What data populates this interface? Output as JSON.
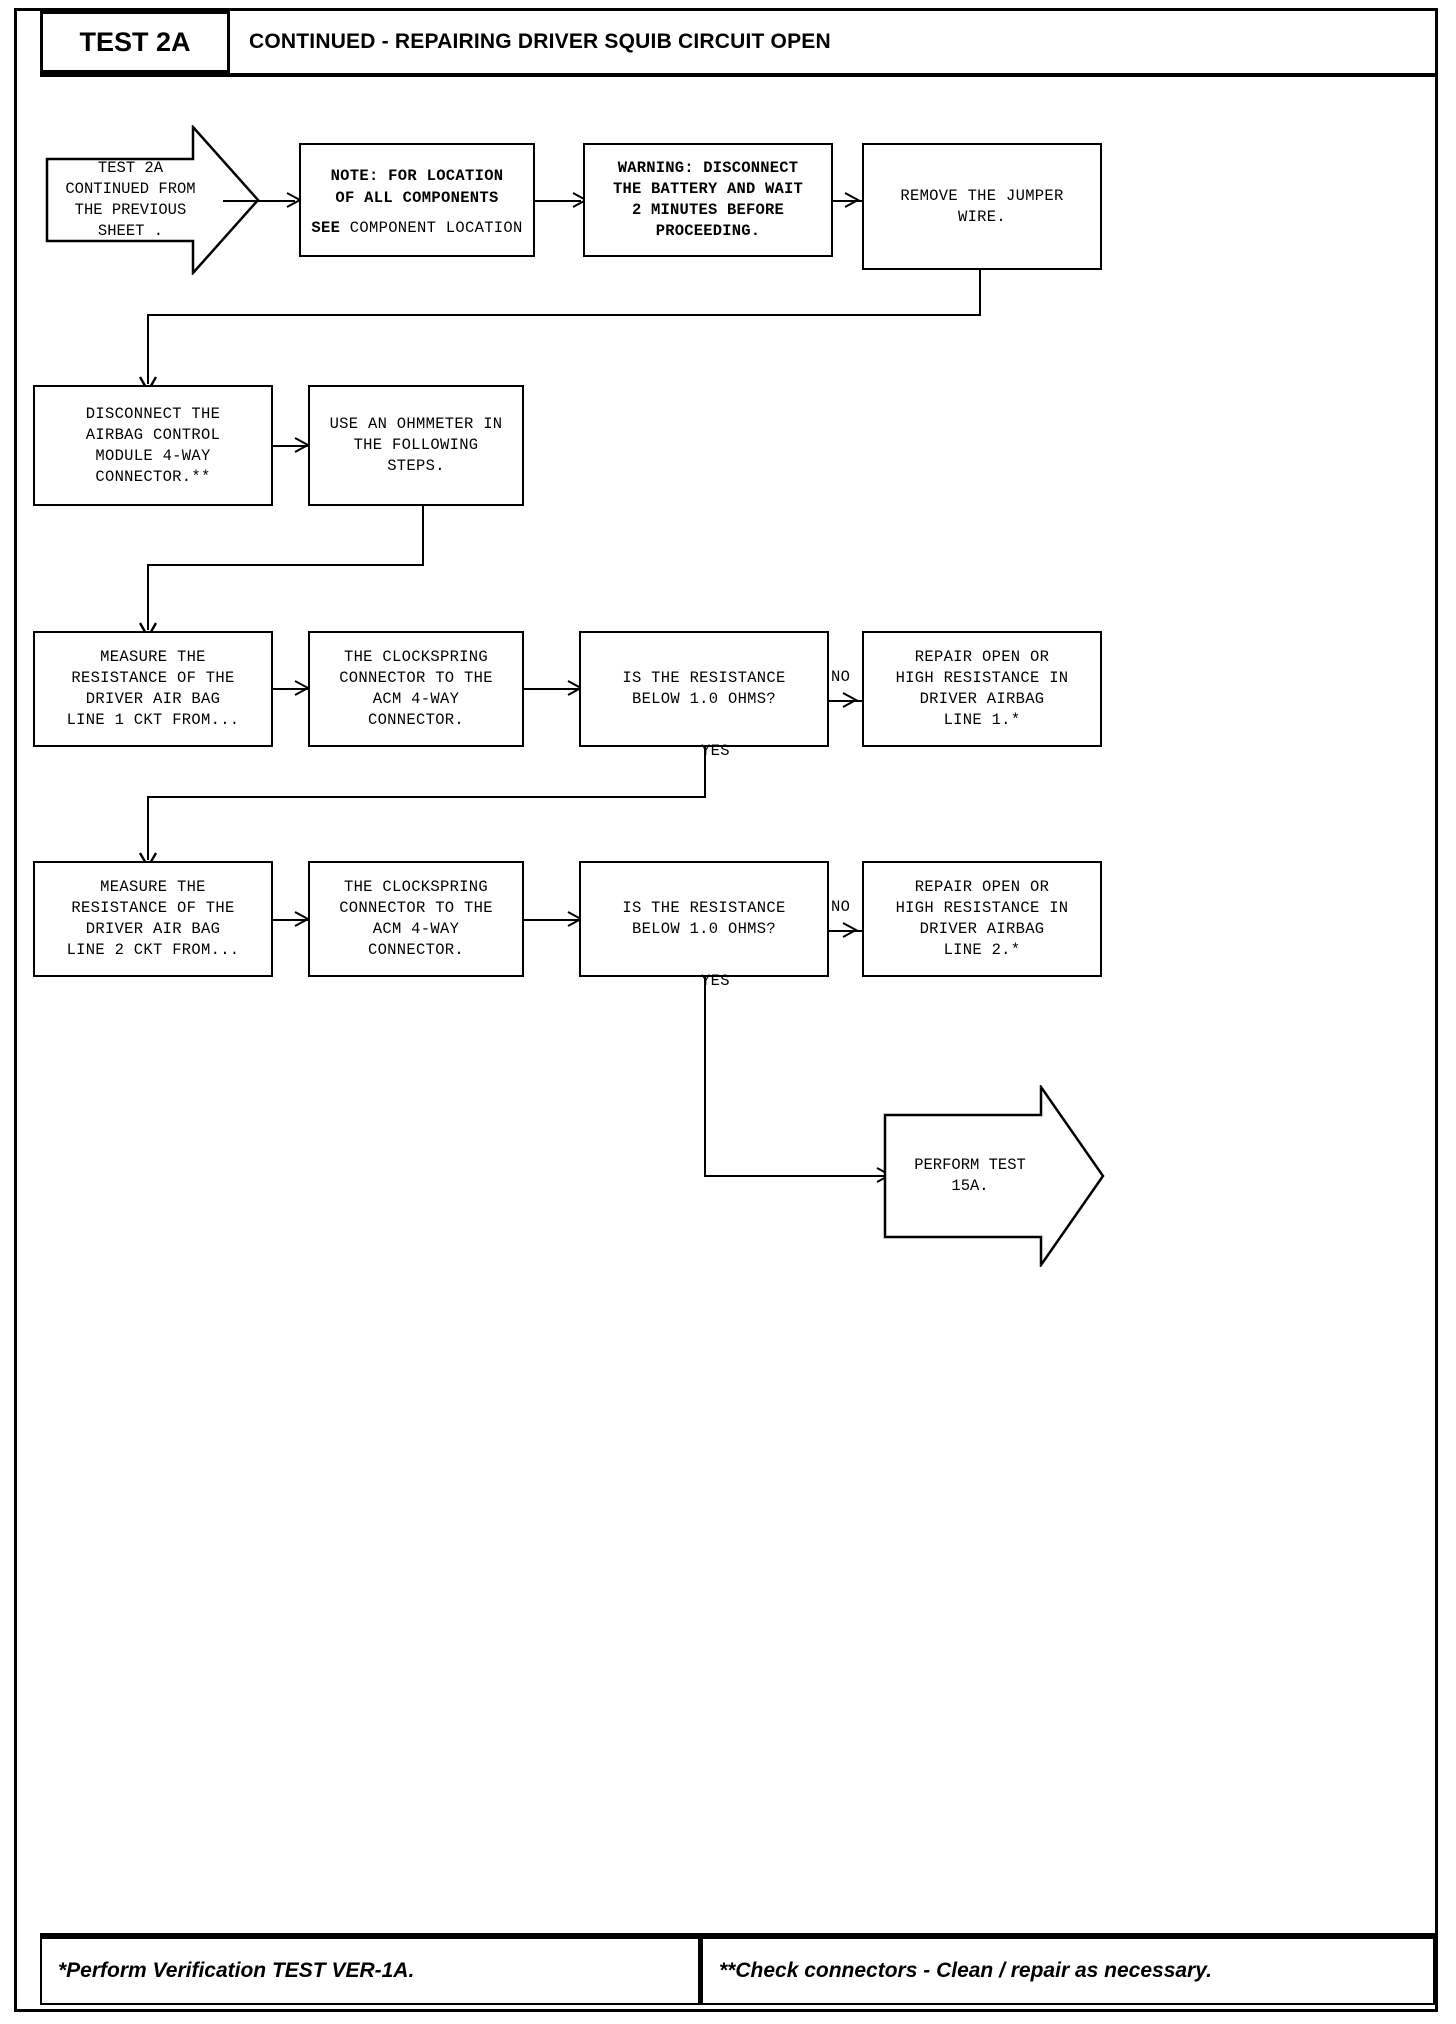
{
  "header": {
    "badge": "TEST 2A",
    "title": "CONTINUED - REPAIRING DRIVER SQUIB CIRCUIT OPEN"
  },
  "nodes": {
    "start_banner": "TEST 2A\nCONTINUED FROM\nTHE PREVIOUS\nSHEET .",
    "note_line1": "NOTE: FOR LOCATION\nOF ALL COMPONENTS",
    "note_see_bold": "SEE",
    "note_see_rest": " COMPONENT LOCATION",
    "warning": "WARNING: DISCONNECT\nTHE BATTERY AND WAIT\n2 MINUTES BEFORE\nPROCEEDING.",
    "remove_jumper": "REMOVE THE JUMPER\nWIRE.",
    "disconnect_acm": "DISCONNECT THE\nAIRBAG CONTROL\nMODULE 4-WAY\nCONNECTOR.**",
    "use_ohmmeter": "USE AN OHMMETER IN\nTHE FOLLOWING\nSTEPS.",
    "measure_line1": "MEASURE THE\nRESISTANCE OF THE\nDRIVER AIR BAG\nLINE 1 CKT FROM...",
    "clockspring_1": "THE CLOCKSPRING\nCONNECTOR TO THE\nACM 4-WAY\nCONNECTOR.",
    "decision_1": "IS THE RESISTANCE\nBELOW 1.0 OHMS?",
    "repair_line1": "REPAIR OPEN OR\nHIGH RESISTANCE IN\nDRIVER AIRBAG\nLINE 1.*",
    "measure_line2": "MEASURE THE\nRESISTANCE OF THE\nDRIVER AIR BAG\nLINE 2 CKT FROM...",
    "clockspring_2": "THE CLOCKSPRING\nCONNECTOR TO THE\nACM 4-WAY\nCONNECTOR.",
    "decision_2": "IS THE RESISTANCE\nBELOW 1.0 OHMS?",
    "repair_line2": "REPAIR OPEN OR\nHIGH RESISTANCE IN\nDRIVER AIRBAG\nLINE 2.*",
    "perform_test": "PERFORM TEST\n15A."
  },
  "edge_labels": {
    "no_1": "NO",
    "yes_1": "YES",
    "no_2": "NO",
    "yes_2": "YES"
  },
  "footer": {
    "left": "*Perform Verification TEST VER-1A.",
    "right": "**Check connectors - Clean / repair as necessary."
  },
  "colors": {
    "ink": "#000000",
    "paper": "#ffffff"
  }
}
